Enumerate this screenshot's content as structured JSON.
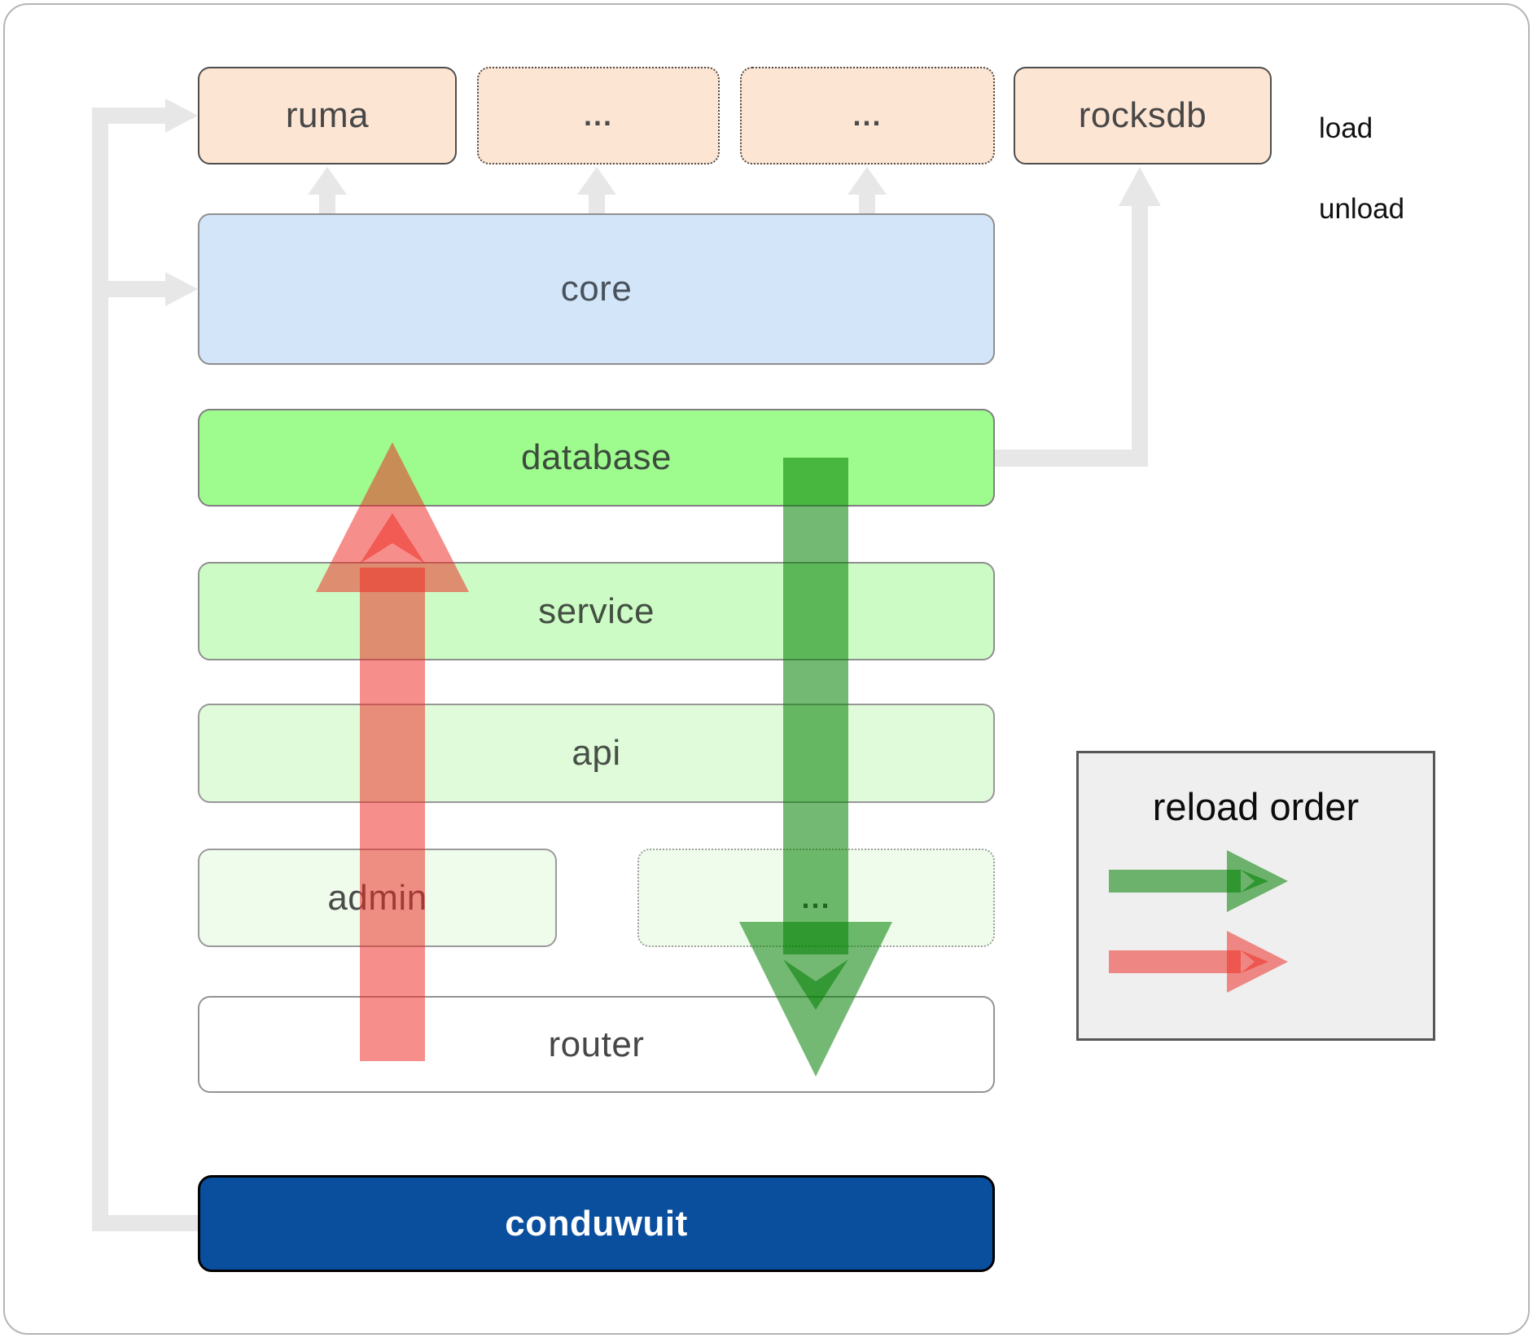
{
  "boxes": {
    "ruma": "ruma",
    "dots_top_left": "...",
    "dots_top_right": "...",
    "rocksdb": "rocksdb",
    "core": "core",
    "database": "database",
    "service": "service",
    "api": "api",
    "admin": "admin",
    "dots_admin": "...",
    "router": "router",
    "conduwuit": "conduwuit"
  },
  "legend": {
    "title": "reload order",
    "load_label": "load",
    "unload_label": "unload"
  },
  "colors": {
    "load_arrow_green": "#008000",
    "unload_arrow_red": "#EE2C24",
    "connector_gray": "#E7E7E7",
    "module_peach": "#FDE5D3",
    "core_blue": "#D3E5F8",
    "database_green": "#9EFB8E",
    "service_green": "#CDFBC5",
    "api_green": "#E0FBDA",
    "admin_green": "#EFFCEB",
    "conduwuit_blue": "#0A4F9E",
    "legend_bg": "#EFEFEF"
  }
}
